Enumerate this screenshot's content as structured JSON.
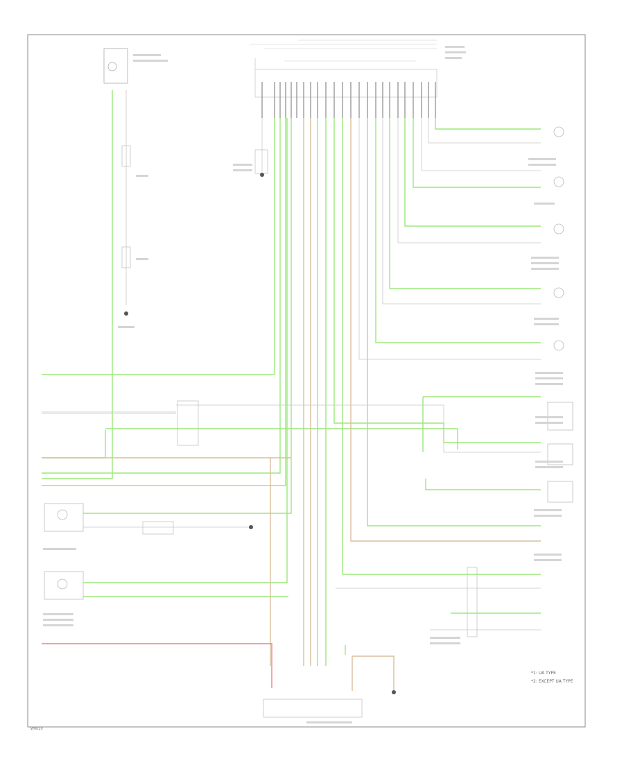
{
  "diagram": {
    "code_label": "W0010",
    "legend": [
      "*1: UA TYPE",
      "*2: EXCEPT UA TYPE"
    ],
    "colors": {
      "green": "#9be87a",
      "tan": "#d8bf9a",
      "red": "#f08080",
      "frame": "#888888",
      "pin": "#999999"
    }
  }
}
